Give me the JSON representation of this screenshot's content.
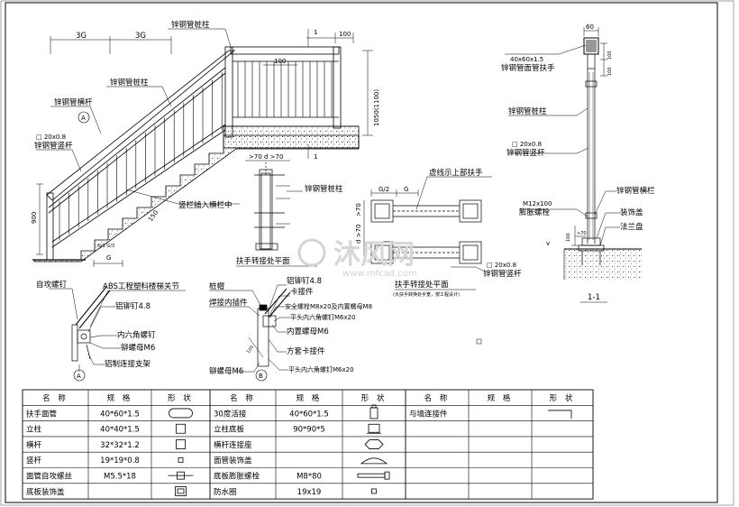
{
  "labels": {
    "handrail_post_top": "锌钢管桩柱",
    "dim_3g_1": "3G",
    "dim_3g_2": "3G",
    "dim_100_top": "100",
    "dim_100_mid": "100",
    "dim_1_top": "1",
    "dim_1_bot": "1",
    "dim_height": "1050(1100)",
    "dim_900": "900",
    "dim_150": "150",
    "dim_g_bottom": "G",
    "dim_small_g": "G/3 G/3",
    "post_mid": "锌钢管桩柱",
    "rail": "锌钢管横杆",
    "marker_a": "A",
    "marker_b": "B",
    "baluster_spec": "□ 20x0.8",
    "baluster": "锌钢管竖杆",
    "insert_note": "竖栏插入横栏中",
    "turn_post": "锌钢管桩柱",
    "turn_dims": ">70 d >70",
    "turn_plan_left": "扶手转接处平面",
    "dashed_note": "虚线示上部扶手",
    "dim_g2": "G/2",
    "dim_g": "G",
    "dim_d70": "d >70",
    "dim_70": ">70",
    "turn_plan_right": "扶手转接处平面",
    "turn_plan_right_note": "(大扶手转换处手宽，按工程设计)",
    "sec_baluster_spec": "□ 20x0.8",
    "sec_baluster": "锌钢管竖杆",
    "sec_top_dim": "60",
    "sec_dim_100a": "100",
    "sec_dim_100b": "100",
    "sec_handrail_spec": "40x60x1.5",
    "sec_handrail": "锌钢管面管扶手",
    "sec_post": "锌钢管桩柱",
    "sec_baluster2_spec": "□ 20x0.8",
    "sec_baluster2": "锌钢管竖杆",
    "sec_bolt_spec": "M12x100",
    "sec_bolt": "膨胀螺栓",
    "sec_rail": "锌钢管横栏",
    "sec_cover": "装饰盖",
    "sec_flange": "法兰盘",
    "sec_100": "100",
    "sec_70": ">70",
    "sec_title": "1-1",
    "det_a_screw": "自攻螺钉",
    "det_a_abs": "ABS工程塑料楼梯关节",
    "det_a_rivet": "铝铆钉4.8",
    "det_a_bolt": "内六角螺钉",
    "det_a_nut": "铆螺母M6",
    "det_a_bracket": "铝制连接支架",
    "det_b_cap": "桩帽",
    "det_b_weld": "焊接内插件",
    "det_b_rivet": "铝铆钉4.8",
    "det_b_clip": "卡接件",
    "det_b_safety": "安全螺栓M8x20及内置螺母M8",
    "det_b_flat": "平头内六角螺钉M6x20",
    "det_b_innernut": "内置螺母M6",
    "det_b_square": "方套卡接件",
    "det_b_rivetnut": "铆螺母M6",
    "det_b_flat2": "平头内六角螺钉M6x20",
    "det_b_dim": "100",
    "watermark": "沐风网",
    "watermark_url": "www.mfcad.com"
  },
  "table": {
    "headers": [
      [
        "名 称",
        "规 格",
        "形 状"
      ],
      [
        "名 称",
        "规 格",
        "形 状"
      ],
      [
        "名 称",
        "规 格",
        "形 状"
      ]
    ],
    "rows": [
      [
        {
          "name": "扶手面管",
          "spec": "40*60*1.5",
          "shape": "rounded-rect"
        },
        {
          "name": "30度活接",
          "spec": "40*60*1.5",
          "shape": "joint"
        },
        {
          "name": "与墙连接件",
          "spec": "",
          "shape": "wall-bracket"
        }
      ],
      [
        {
          "name": "立柱",
          "spec": "40*40*1.5",
          "shape": "square"
        },
        {
          "name": "立柱底板",
          "spec": "90*90*5",
          "shape": "base-plate"
        },
        {
          "name": "",
          "spec": "",
          "shape": ""
        }
      ],
      [
        {
          "name": "横杆",
          "spec": "32*32*1.2",
          "shape": "square"
        },
        {
          "name": "横杆连接座",
          "spec": "",
          "shape": "rail-seat"
        },
        {
          "name": "",
          "spec": "",
          "shape": ""
        }
      ],
      [
        {
          "name": "竖杆",
          "spec": "19*19*0.8",
          "shape": "small-square"
        },
        {
          "name": "面管装饰盖",
          "spec": "",
          "shape": "cap"
        },
        {
          "name": "",
          "spec": "",
          "shape": ""
        }
      ],
      [
        {
          "name": "面管自攻螺丝",
          "spec": "M5.5*18",
          "shape": "screw"
        },
        {
          "name": "底板膨胀螺栓",
          "spec": "M8*80",
          "shape": "anchor-bolt"
        },
        {
          "name": "",
          "spec": "",
          "shape": ""
        }
      ],
      [
        {
          "name": "底板装饰盖",
          "spec": "",
          "shape": "double-square"
        },
        {
          "name": "防水圈",
          "spec": "19x19",
          "shape": "small-square"
        },
        {
          "name": "",
          "spec": "",
          "shape": ""
        }
      ]
    ]
  }
}
